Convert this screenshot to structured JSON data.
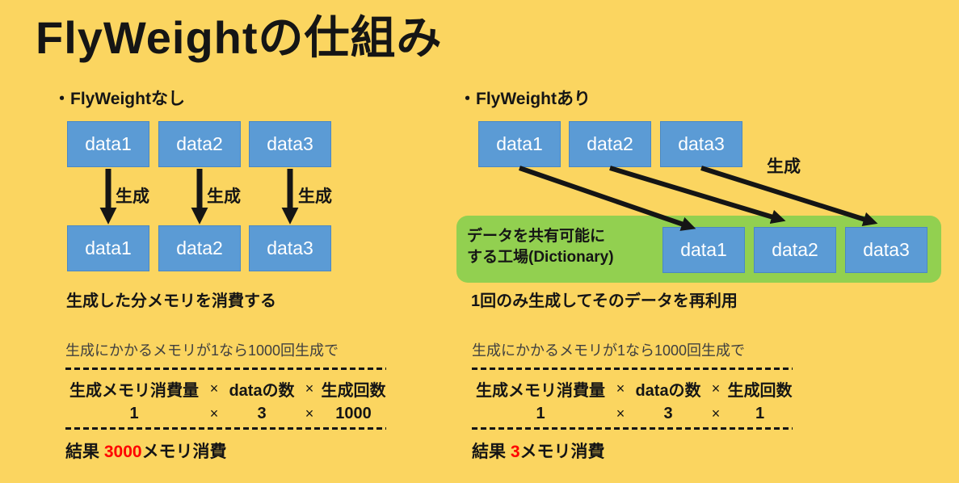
{
  "colors": {
    "bg": "#FBD560",
    "blue": "#5B9BD5",
    "green": "#92D050",
    "red": "#FF0000",
    "ink": "#151515",
    "gray": "#3F3F3F",
    "white": "#FFFFFF"
  },
  "title": "FlyWeightの仕組み",
  "left": {
    "heading": "・FlyWeightなし",
    "top_boxes": [
      "data1",
      "data2",
      "data3"
    ],
    "bottom_boxes": [
      "data1",
      "data2",
      "data3"
    ],
    "arrow_label": "生成",
    "caption": "生成した分メモリを消費する",
    "note": "生成にかかるメモリが1なら1000回生成で",
    "formula": {
      "operator": "×",
      "terms": [
        "生成メモリ消費量",
        "dataの数",
        "生成回数"
      ],
      "values": [
        "1",
        "3",
        "1000"
      ]
    },
    "result_prefix": "結果 ",
    "result_value": "3000",
    "result_suffix": "メモリ消費"
  },
  "right": {
    "heading": "・FlyWeightあり",
    "top_boxes": [
      "data1",
      "data2",
      "data3"
    ],
    "arrow_label": "生成",
    "factory_label_line1": "データを共有可能に",
    "factory_label_line2": "する工場(Dictionary)",
    "factory_boxes": [
      "data1",
      "data2",
      "data3"
    ],
    "caption": "1回のみ生成してそのデータを再利用",
    "note": "生成にかかるメモリが1なら1000回生成で",
    "formula": {
      "operator": "×",
      "terms": [
        "生成メモリ消費量",
        "dataの数",
        "生成回数"
      ],
      "values": [
        "1",
        "3",
        "1"
      ]
    },
    "result_prefix": "結果 ",
    "result_value": "3",
    "result_suffix": "メモリ消費"
  }
}
